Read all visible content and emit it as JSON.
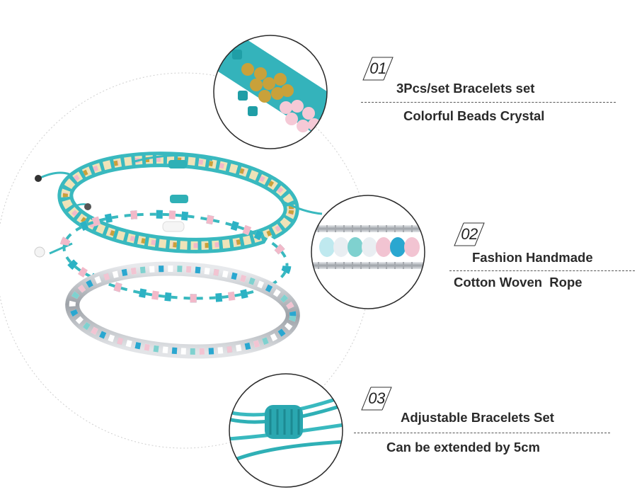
{
  "features": [
    {
      "number": "01",
      "title": "3Pcs/set Bracelets set",
      "subtitle": "Colorful Beads Crystal",
      "detail_icon": "gold-pink-beads-closeup"
    },
    {
      "number": "02",
      "title": "Fashion Handmade",
      "subtitle": "Cotton Woven  Rope",
      "detail_icon": "crystal-chain-closeup"
    },
    {
      "number": "03",
      "title": "Adjustable Bracelets Set",
      "subtitle": "Can be extended by 5cm",
      "detail_icon": "sliding-knot-closeup"
    }
  ],
  "product_image": "three-beaded-bracelets",
  "colors": {
    "turquoise": "#39b9bf",
    "turquoise_dark": "#1f9ea6",
    "pink_bead": "#f2b9c9",
    "gold_bead": "#c9a13a",
    "cream_bead": "#efe3b8",
    "silver": "#b9bcc1",
    "text": "#2a2a2a",
    "guide_circle": "#cccccc"
  }
}
